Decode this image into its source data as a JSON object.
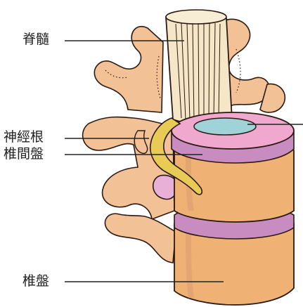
{
  "labels": {
    "spinal_cord": "脊髓",
    "nerve_root": "神經根",
    "intervertebral_disc": "椎間盤",
    "vertebra": "椎盤"
  },
  "colors": {
    "bone": "#f2c196",
    "bone_shadow": "#d89a6d",
    "vertebra_body": "#f0b274",
    "disc_purple": "#c88cc0",
    "nucleus_blue": "#9fd3d7",
    "spinal_cord": "#f5e6c8",
    "nerve_yellow": "#e7cb55",
    "outline": "#2b1a12"
  }
}
